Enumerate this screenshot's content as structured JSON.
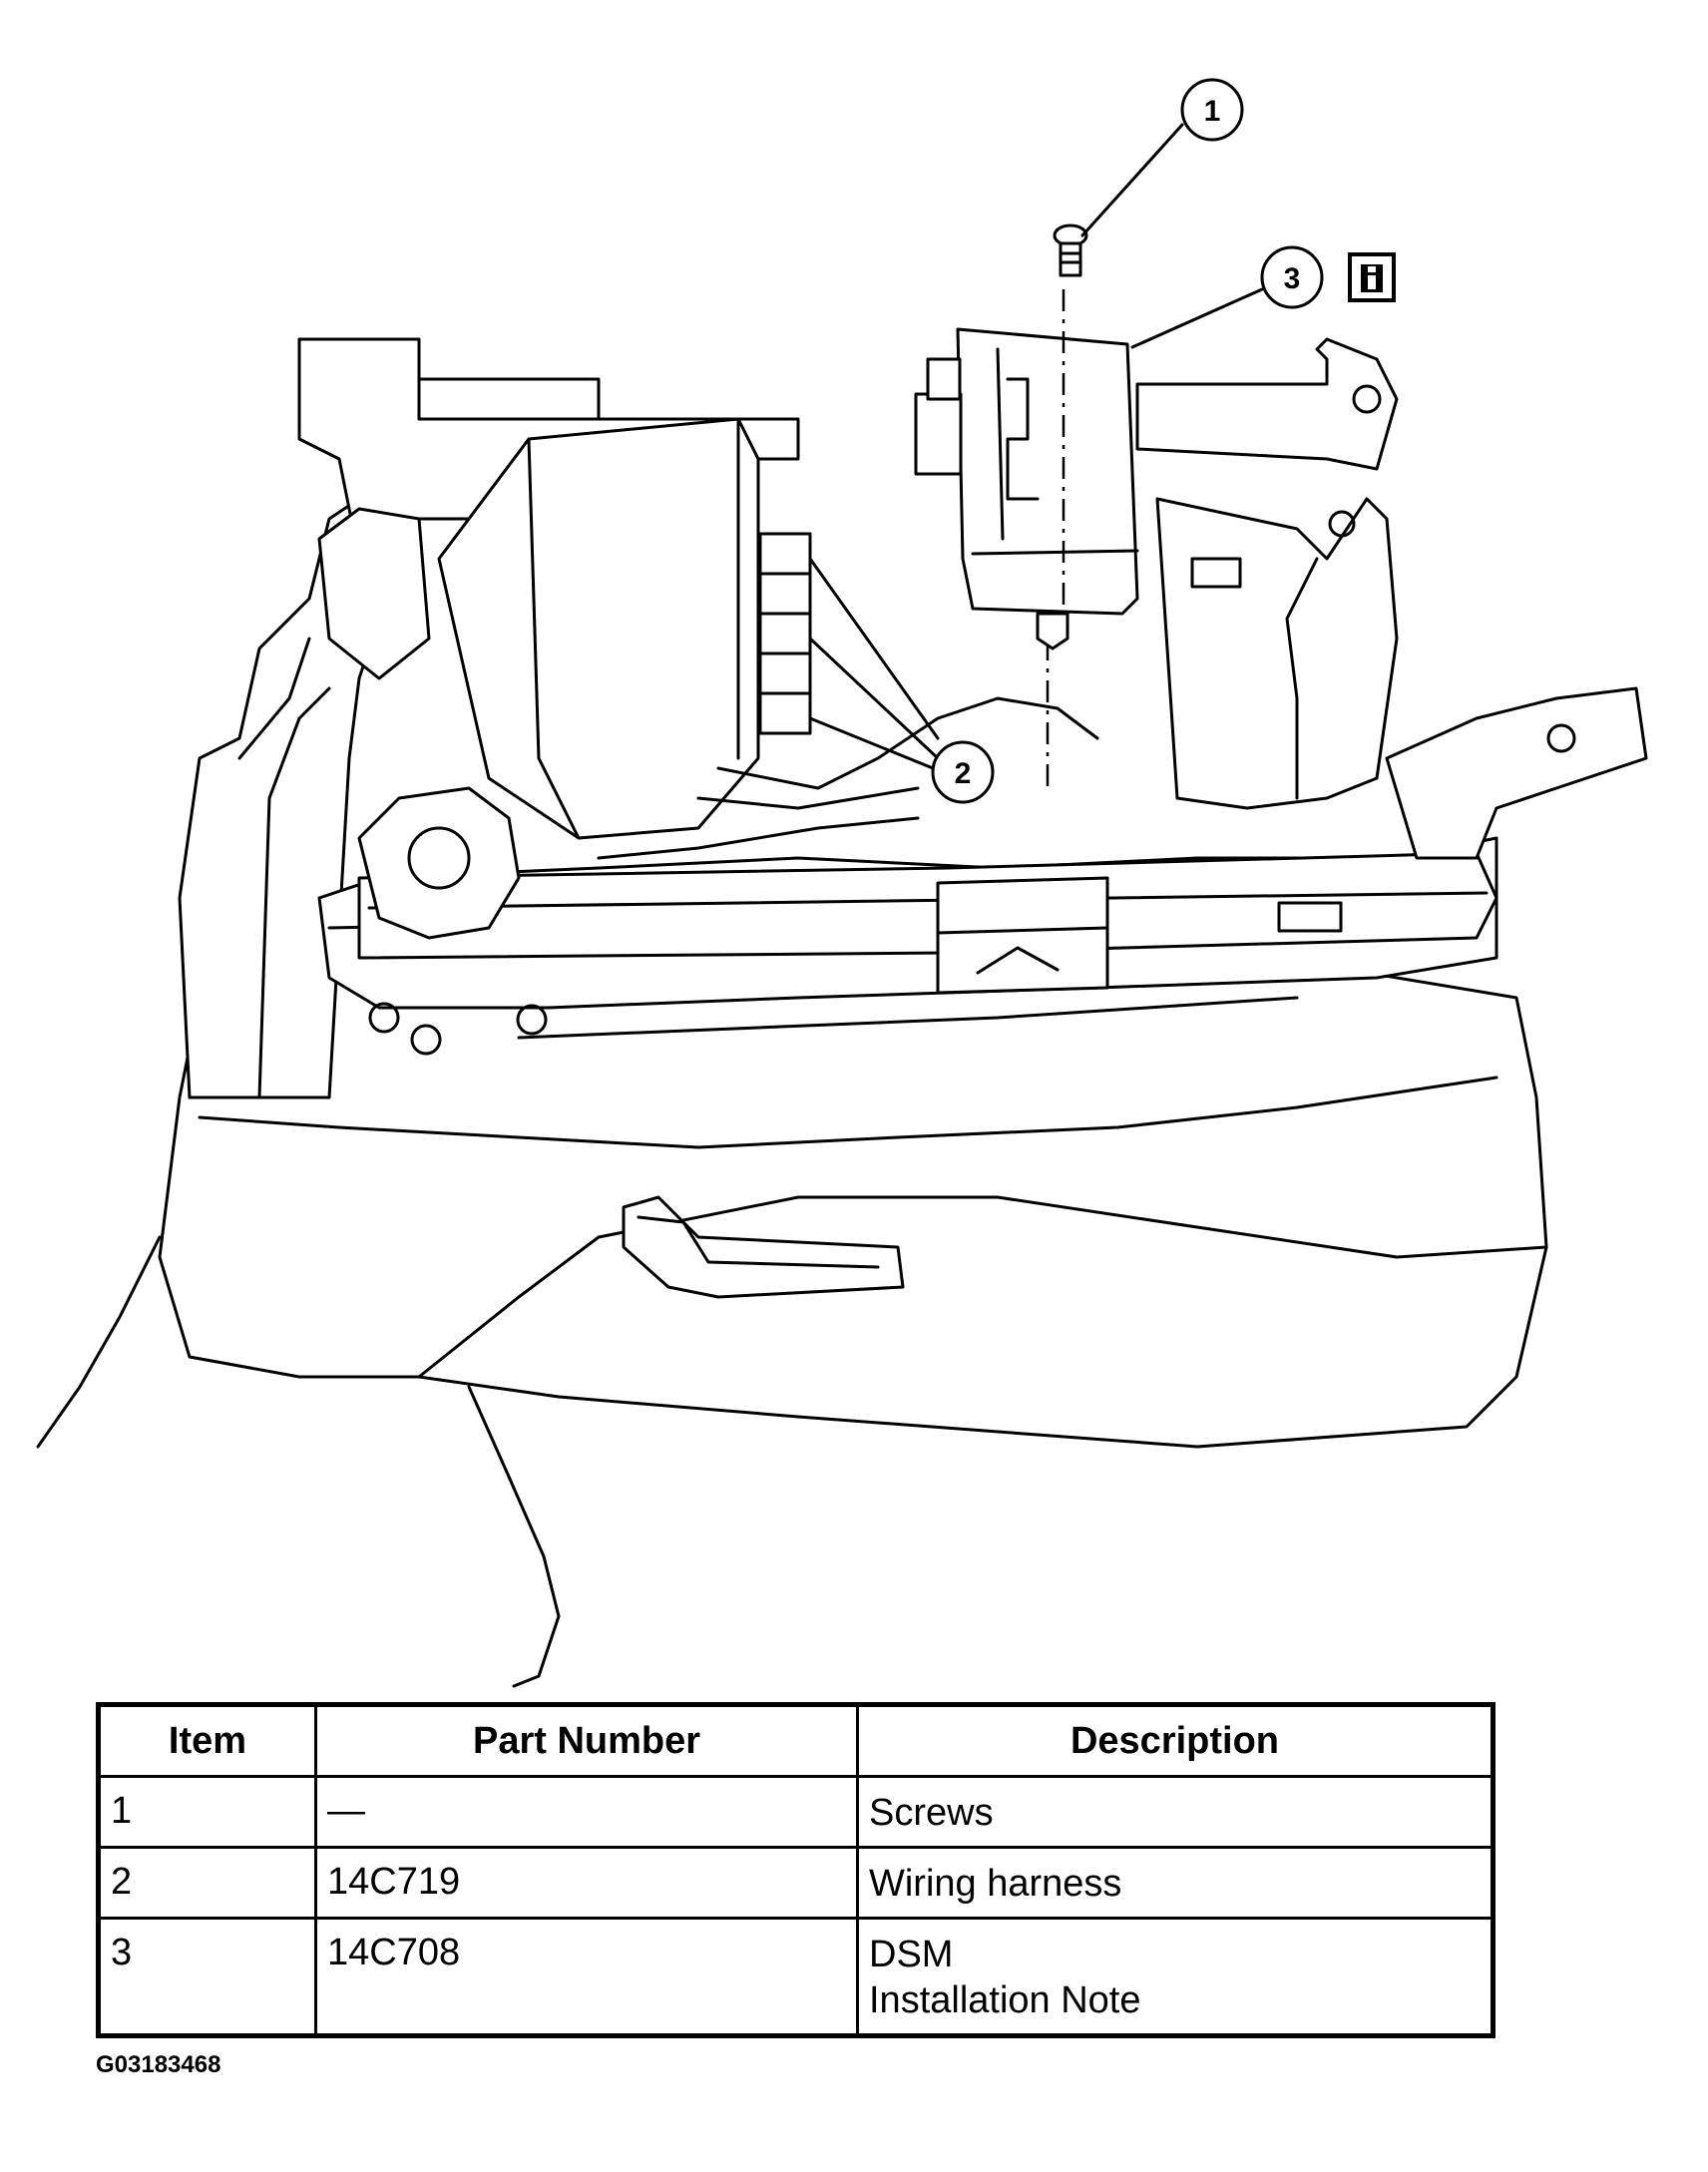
{
  "callouts": [
    {
      "number": "1"
    },
    {
      "number": "2"
    },
    {
      "number": "3"
    }
  ],
  "info_icon": "info-icon",
  "table": {
    "headers": [
      "Item",
      "Part Number",
      "Description"
    ],
    "rows": [
      {
        "item": "1",
        "part_number": "—",
        "description": [
          "Screws"
        ]
      },
      {
        "item": "2",
        "part_number": "14C719",
        "description": [
          "Wiring harness"
        ]
      },
      {
        "item": "3",
        "part_number": "14C708",
        "description": [
          "DSM",
          "Installation Note"
        ]
      }
    ]
  },
  "figure_id": "G03183468"
}
